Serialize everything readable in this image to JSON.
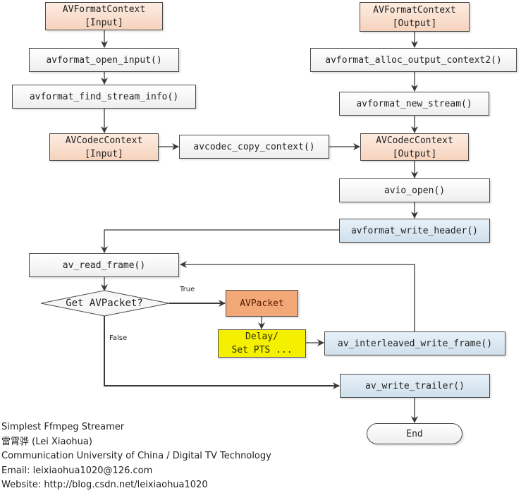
{
  "diagram": {
    "nodes": {
      "in_fmt_ctx": {
        "line1": "AVFormatContext",
        "line2": "[Input]"
      },
      "open_input": {
        "label": "avformat_open_input()"
      },
      "find_stream_info": {
        "label": "avformat_find_stream_info()"
      },
      "in_codec_ctx": {
        "line1": "AVCodecContext",
        "line2": "[Input]"
      },
      "copy_context": {
        "label": "avcodec_copy_context()"
      },
      "out_fmt_ctx": {
        "line1": "AVFormatContext",
        "line2": "[Output]"
      },
      "alloc_output": {
        "label": "avformat_alloc_output_context2()"
      },
      "new_stream": {
        "label": "avformat_new_stream()"
      },
      "out_codec_ctx": {
        "line1": "AVCodecContext",
        "line2": "[Output]"
      },
      "avio_open": {
        "label": "avio_open()"
      },
      "write_header": {
        "label": "avformat_write_header()"
      },
      "read_frame": {
        "label": "av_read_frame()"
      },
      "decision": {
        "label": "Get AVPacket?"
      },
      "avpacket": {
        "label": "AVPacket"
      },
      "delay": {
        "line1": "Delay/",
        "line2": "Set PTS ..."
      },
      "interleaved_write": {
        "label": "av_interleaved_write_frame()"
      },
      "write_trailer": {
        "label": "av_write_trailer()"
      },
      "end": {
        "label": "End"
      }
    },
    "edge_labels": {
      "true": "True",
      "false": "False"
    },
    "colors": {
      "context_fill": "#f6d3bd",
      "packet_fill": "#f2a877",
      "delay_fill": "#f5f000",
      "write_fill": "#cfe0ec",
      "plain_fill": "#eeeeee",
      "line": "#3a3a3a"
    }
  },
  "credits": {
    "title": "Simplest Ffmpeg Streamer",
    "author": "雷霄骅 (Lei Xiaohua)",
    "affiliation": "Communication University of China / Digital TV Technology",
    "email": "Email:  leixiaohua1020@126.com",
    "website": "Website:  http://blog.csdn.net/leixiaohua1020"
  }
}
